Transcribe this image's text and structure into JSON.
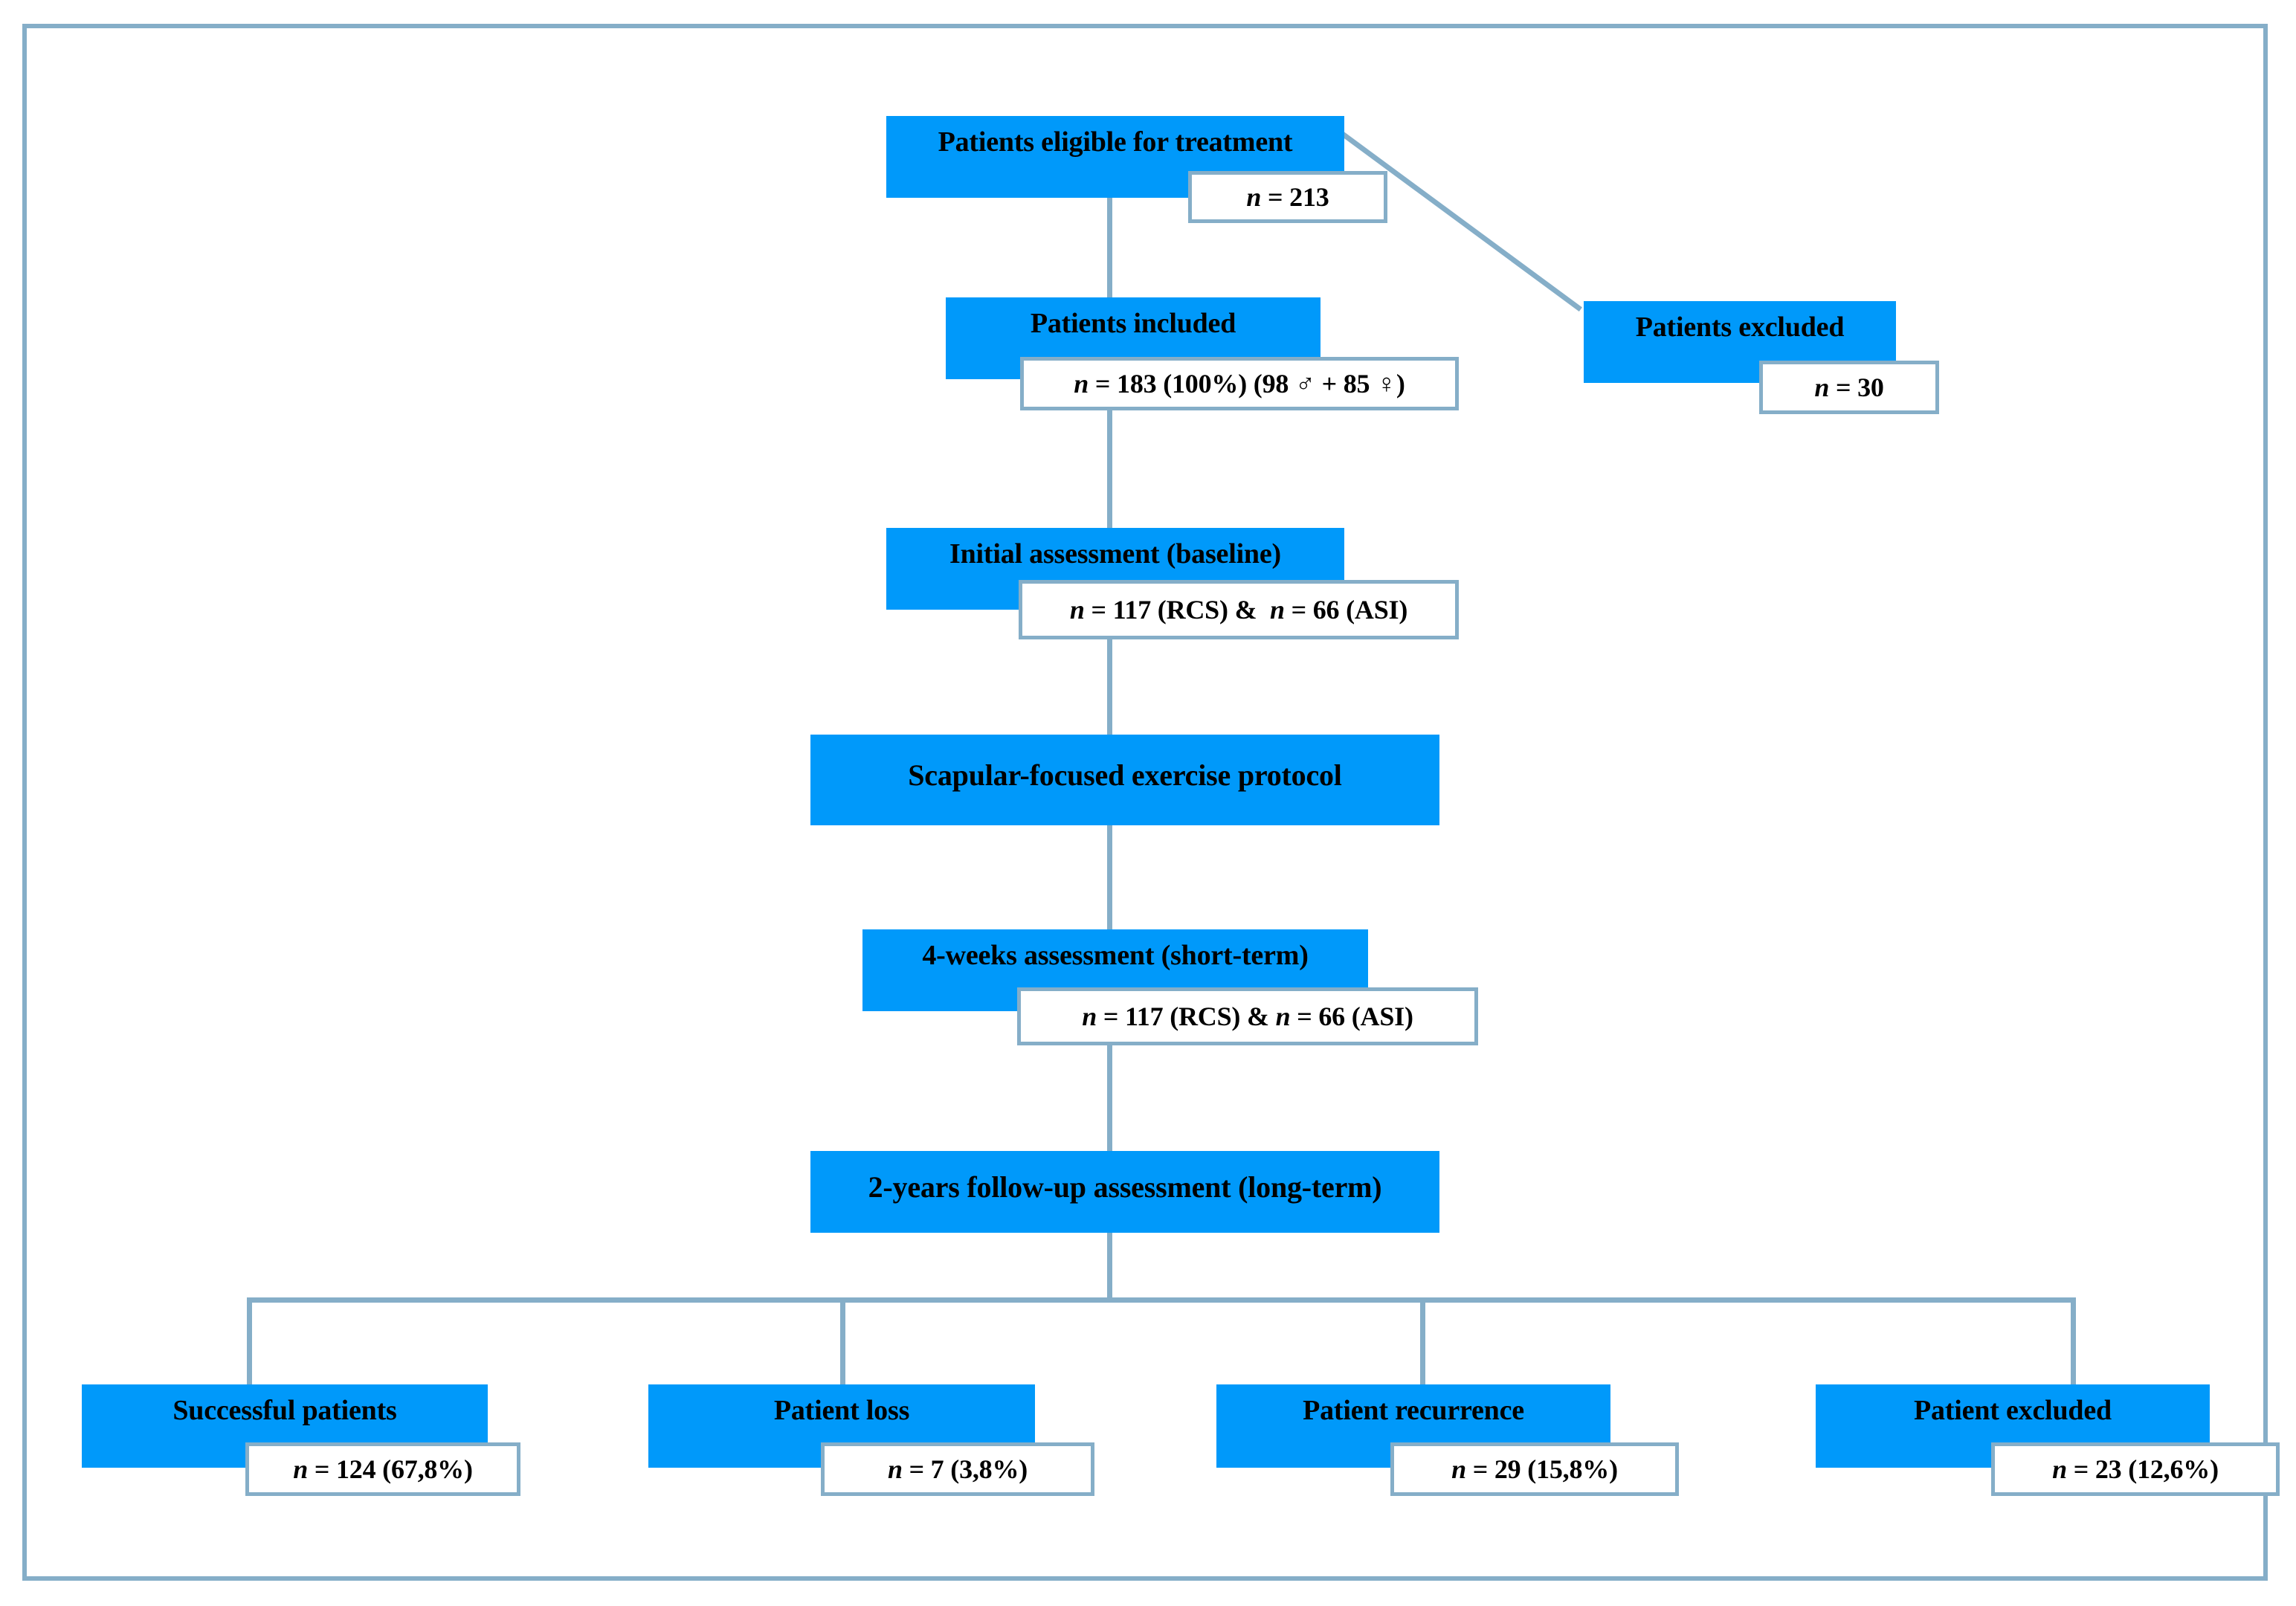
{
  "figure": {
    "type": "flowchart",
    "title": "Patient flow diagram (CONSORT-style)",
    "colors": {
      "box_fill": "#0099FA",
      "connector": "#85AEC8",
      "frame": "#85AEC8",
      "text": "#000000",
      "n_box_fill": "#ffffff"
    }
  },
  "nodes": {
    "eligible": {
      "label": "Patients eligible for treatment",
      "n_text": "n = 213",
      "n_value": 213
    },
    "included": {
      "label": "Patients included",
      "n_text": "n = 183 (100%) (98 ♂ + 85 ♀)",
      "n_value": 183,
      "n_percent": "100%",
      "males": 98,
      "females": 85
    },
    "excluded_top": {
      "label": "Patients excluded",
      "n_text": "n = 30",
      "n_value": 30
    },
    "baseline": {
      "label": "Initial assessment (baseline)",
      "n_text": "n = 117 (RCS) &  n = 66 (ASI)",
      "rcs": 117,
      "asi": 66
    },
    "protocol": {
      "label": "Scapular-focused exercise protocol"
    },
    "short_term": {
      "label": "4-weeks assessment (short-term)",
      "n_text": "n = 117 (RCS) & n = 66 (ASI)",
      "rcs": 117,
      "asi": 66
    },
    "long_term": {
      "label": "2-years follow-up assessment (long-term)"
    },
    "outcome_success": {
      "label": "Successful patients",
      "n_text": "n = 124 (67,8%)",
      "n_value": 124,
      "percent": "67,8%"
    },
    "outcome_loss": {
      "label": "Patient loss",
      "n_text": "n = 7 (3,8%)",
      "n_value": 7,
      "percent": "3,8%"
    },
    "outcome_recurrence": {
      "label": "Patient recurrence",
      "n_text": "n = 29 (15,8%)",
      "n_value": 29,
      "percent": "15,8%"
    },
    "outcome_excluded": {
      "label": "Patient excluded",
      "n_text": "n = 23 (12,6%)",
      "n_value": 23,
      "percent": "12,6%"
    }
  }
}
